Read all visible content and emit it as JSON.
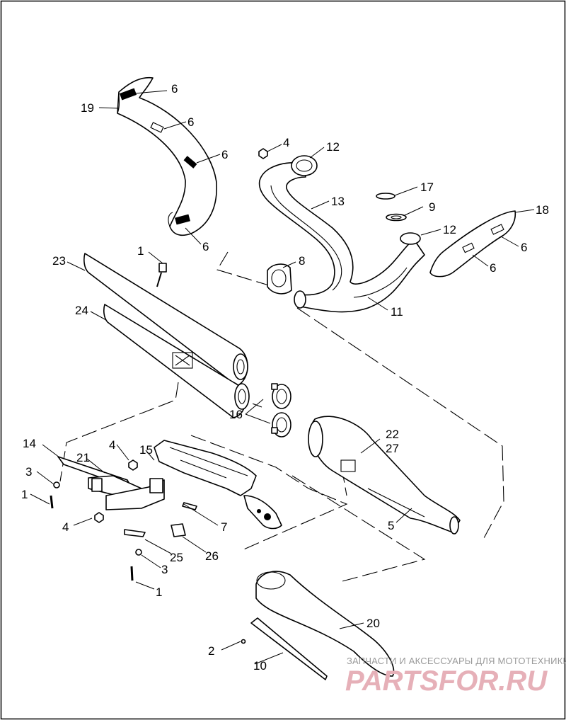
{
  "callouts": {
    "c1a": "1",
    "c1b": "1",
    "c1c": "1",
    "c2": "2",
    "c3a": "3",
    "c3b": "3",
    "c4a": "4",
    "c4b": "4",
    "c4c": "4",
    "c5": "5",
    "c6a": "6",
    "c6b": "6",
    "c6c": "6",
    "c6d": "6",
    "c6e": "6",
    "c6f": "6",
    "c7": "7",
    "c8": "8",
    "c9": "9",
    "c10": "10",
    "c11": "11",
    "c12a": "12",
    "c12b": "12",
    "c13": "13",
    "c14": "14",
    "c15": "15",
    "c16": "16",
    "c17": "17",
    "c18": "18",
    "c19": "19",
    "c20": "20",
    "c21": "21",
    "c22": "22",
    "c23": "23",
    "c24": "24",
    "c25": "25",
    "c26": "26",
    "c27": "27"
  },
  "watermark": {
    "title": "ЗАПЧАСТИ И АКСЕССУАРЫ ДЛЯ МОТОТЕХНИКИ",
    "logo": "PARTSFOR.RU"
  }
}
